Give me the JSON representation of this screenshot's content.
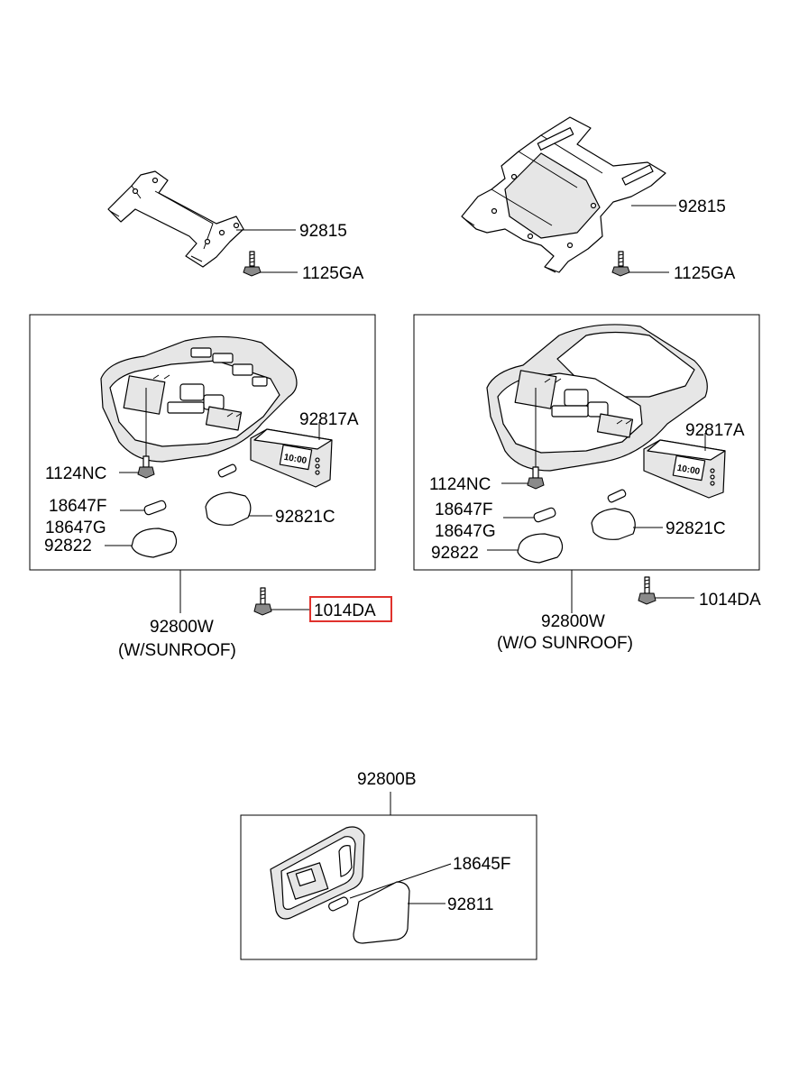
{
  "labels": {
    "bracket_left": "92815",
    "bolt_left": "1125GA",
    "bracket_right": "92815",
    "bolt_right": "1125GA",
    "console_left_clock": "92817A",
    "console_left_screw": "1124NC",
    "console_left_bulb_f": "18647F",
    "console_left_bulb_g": "18647G",
    "console_left_lens_c": "92821C",
    "console_left_lens": "92822",
    "assembly_left": "92800W",
    "assembly_left_note": "(W/SUNROOF)",
    "fastener_left": "1014DA",
    "console_right_clock": "92817A",
    "console_right_screw": "1124NC",
    "console_right_bulb_f": "18647F",
    "console_right_bulb_g": "18647G",
    "console_right_lens_c": "92821C",
    "console_right_lens": "92822",
    "assembly_right": "92800W",
    "assembly_right_note": "(W/O SUNROOF)",
    "fastener_right": "1014DA",
    "room_lamp_assembly": "92800B",
    "room_lamp_bulb": "18645F",
    "room_lamp_lens": "92811"
  },
  "clock_display": "10:00",
  "highlight": {
    "target": "fastener_left",
    "color": "#e0322d"
  }
}
